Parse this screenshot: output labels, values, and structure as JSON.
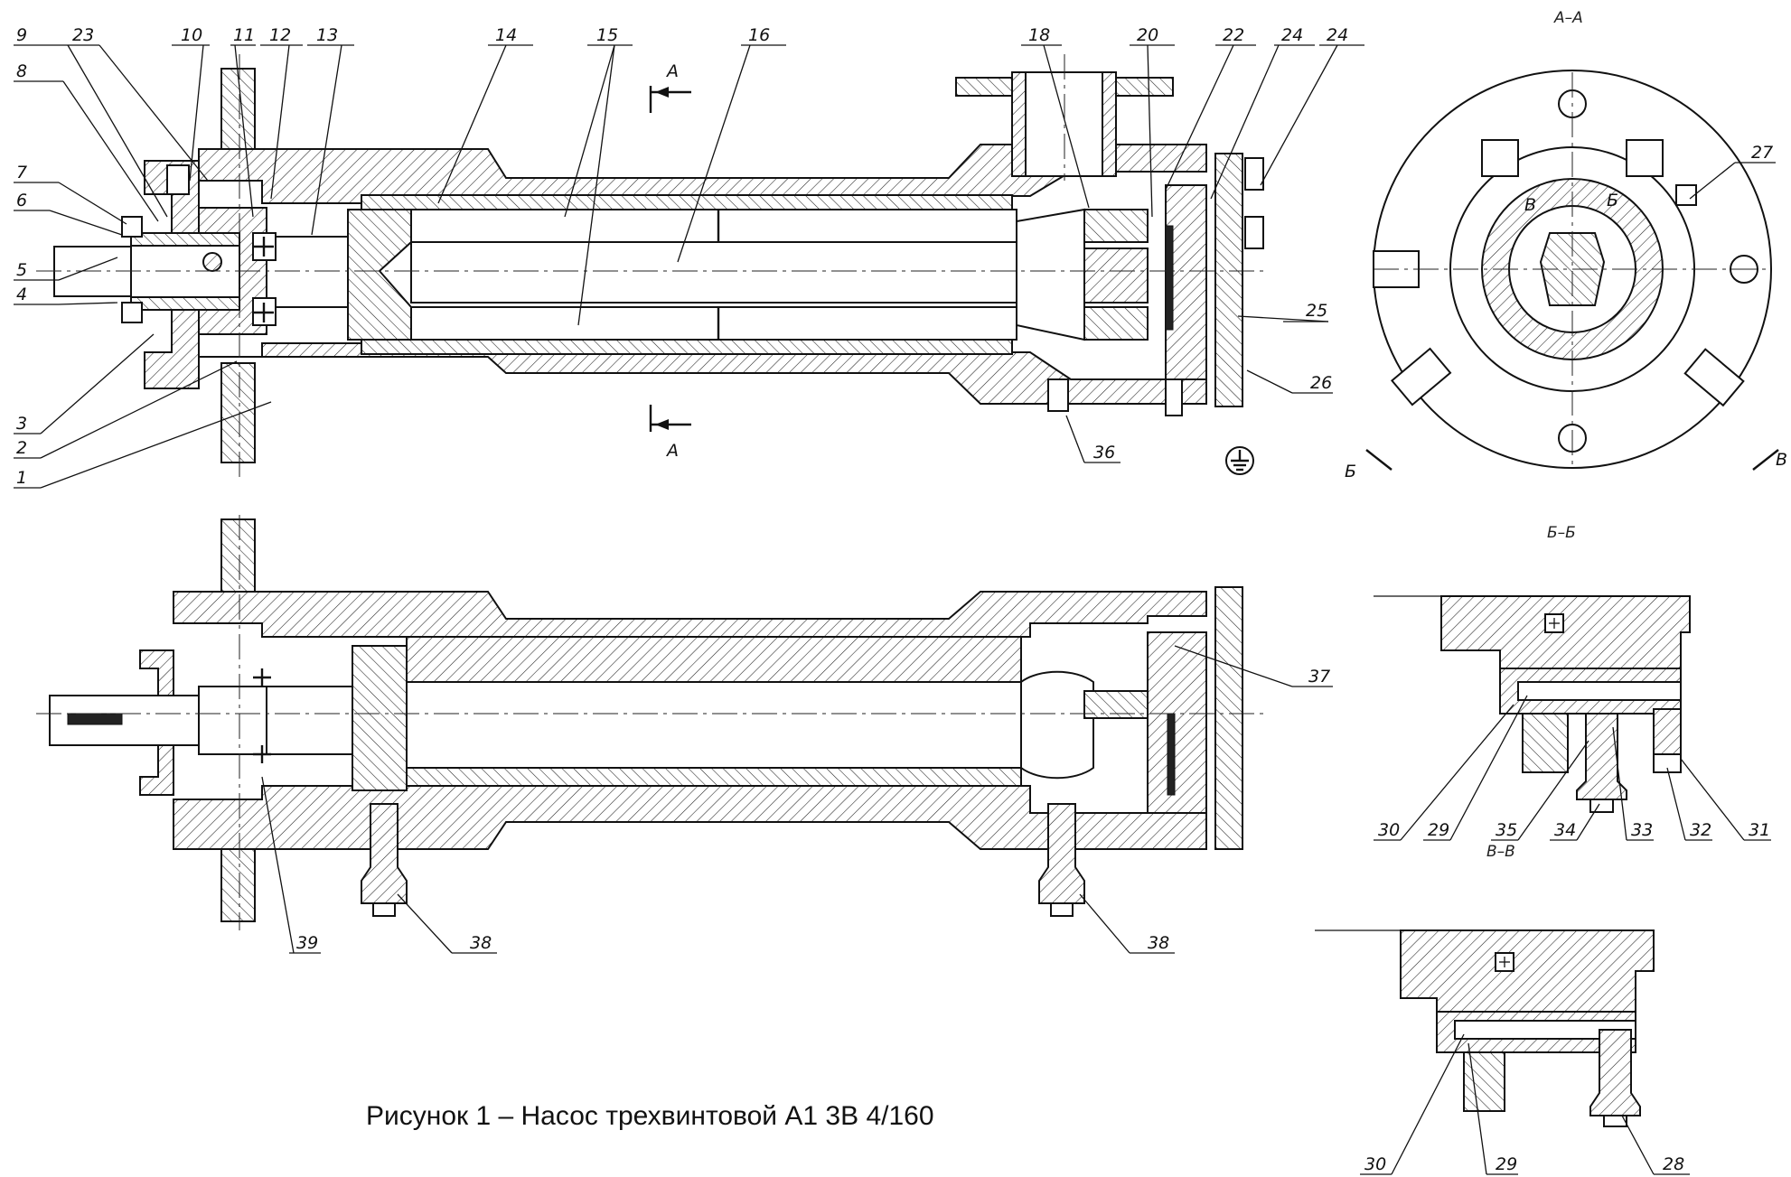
{
  "caption": "Рисунок 1 – Насос трехвинтовой А1 3В 4/160",
  "views": {
    "section_aa": "А–А",
    "section_bb": "Б–Б",
    "section_vv": "В–В"
  },
  "cut_marks": {
    "a_top": "А",
    "a_bottom": "А",
    "b_left": "Б",
    "v_right": "В",
    "b_inner": "Б",
    "v_inner": "В"
  },
  "callouts": {
    "main": [
      "1",
      "2",
      "3",
      "4",
      "5",
      "6",
      "7",
      "8",
      "9",
      "10",
      "11",
      "12",
      "13",
      "14",
      "15",
      "16",
      "18",
      "20",
      "22",
      "23",
      "24",
      "24",
      "25",
      "26",
      "36"
    ],
    "section_aa": [
      "27"
    ],
    "lower": [
      "37",
      "38",
      "38",
      "39"
    ],
    "section_bb": [
      "29",
      "30",
      "31",
      "32",
      "33",
      "34",
      "35"
    ],
    "section_vv": [
      "28",
      "29",
      "30"
    ]
  },
  "symbols": {
    "ground": "ground-symbol"
  }
}
